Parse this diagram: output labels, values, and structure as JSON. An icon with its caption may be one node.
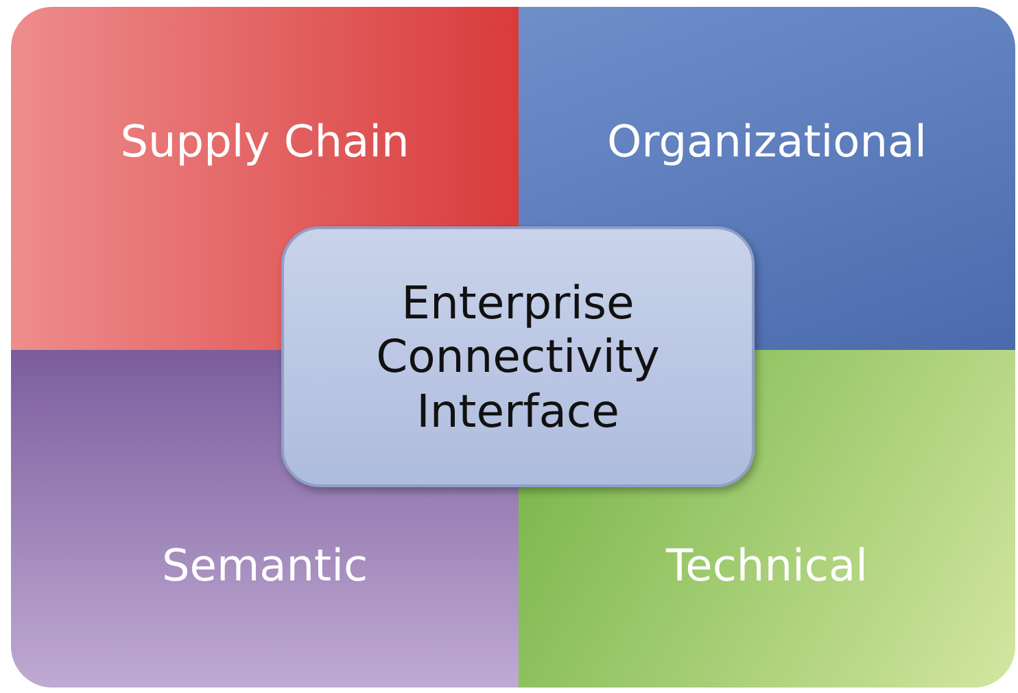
{
  "diagram": {
    "nodes": [
      {
        "text": [
          "Supply Chain"
        ]
      },
      {
        "text": [
          "Organizational"
        ]
      },
      {
        "text": [
          "Enterprise Connectivity Interface"
        ]
      },
      {
        "text": [
          "Semantic"
        ]
      },
      {
        "text": [
          "Technical"
        ]
      }
    ]
  }
}
